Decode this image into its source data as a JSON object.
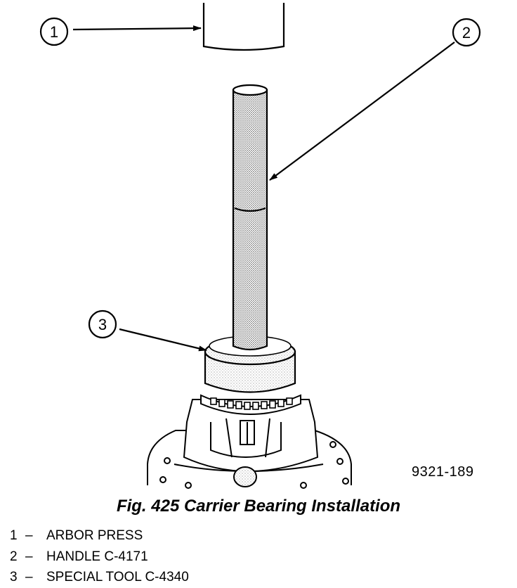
{
  "figure": {
    "id_label": "9321-189",
    "caption": "Fig. 425 Carrier Bearing Installation"
  },
  "callouts": [
    {
      "number": "1"
    },
    {
      "number": "2"
    },
    {
      "number": "3"
    }
  ],
  "legend": [
    {
      "number": "1",
      "dash": "–",
      "text": "ARBOR PRESS"
    },
    {
      "number": "2",
      "dash": "–",
      "text": "HANDLE C-4171"
    },
    {
      "number": "3",
      "dash": "–",
      "text": "SPECIAL TOOL C-4340"
    }
  ]
}
